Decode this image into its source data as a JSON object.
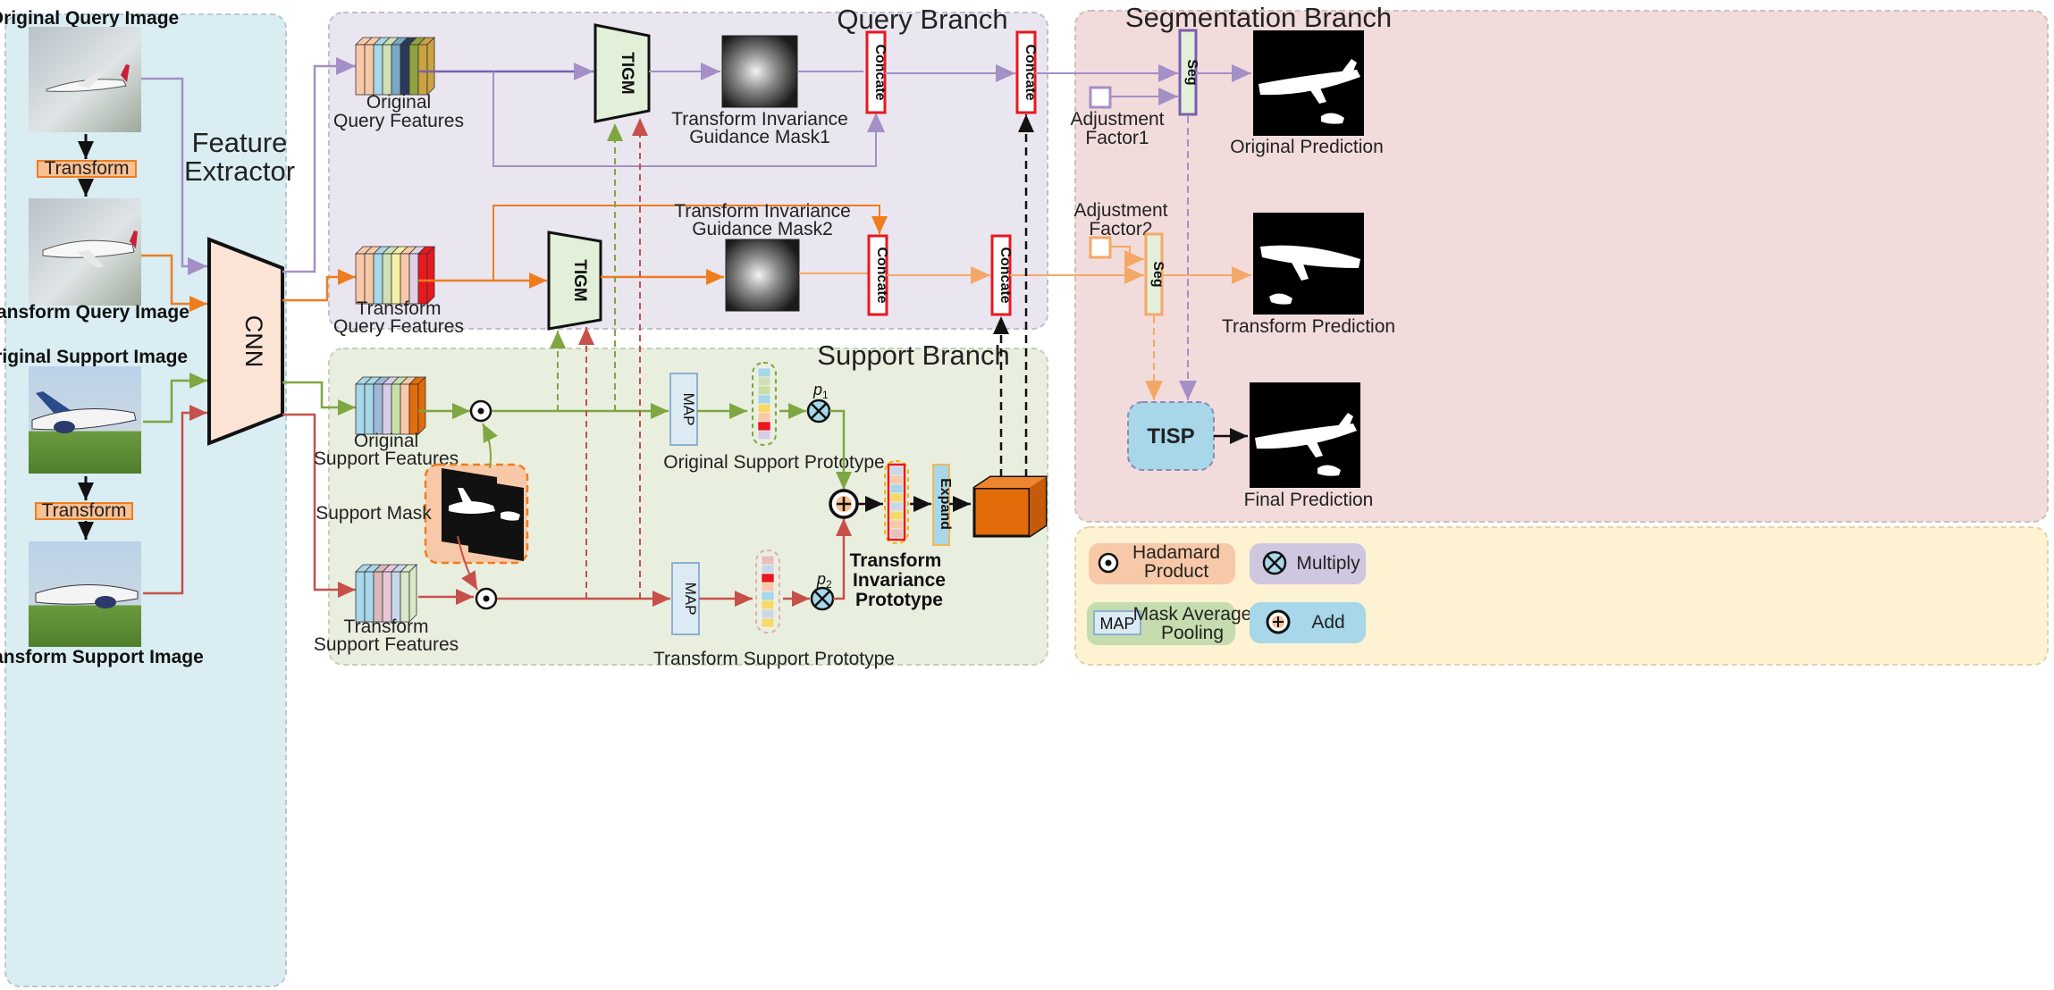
{
  "colors": {
    "query": "#a48fc6",
    "transform": "#ee7d1f",
    "support": "#7ea641",
    "support_t": "#c6504a",
    "black": "#111111",
    "concat_border": "#e8181e",
    "seg_fill": "#e2efd9"
  },
  "panels": {
    "feature_extractor": "Feature Extractor",
    "query_branch": "Query Branch",
    "support_branch": "Support Branch",
    "segmentation_branch": "Segmentation Branch"
  },
  "images": {
    "original_query": "Original Query Image",
    "transform_query": "Transform Query Image",
    "original_support": "Original Support Image",
    "transform_support": "Transform Support Image",
    "transform_box_1": "Transform",
    "transform_box_2": "Transform"
  },
  "cnn": "CNN",
  "features": {
    "original_query": [
      "Original",
      "Query  Features"
    ],
    "transform_query": [
      "Transform",
      "Query Features"
    ],
    "original_support": [
      "Original",
      "Support Features"
    ],
    "transform_support": [
      "Transform",
      "Support Features"
    ]
  },
  "modules": {
    "tigm": "TIGM",
    "concat": "Concate",
    "seg": "Seg",
    "map": "MAP",
    "expand": "Expand",
    "tisp": "TISP"
  },
  "masks": {
    "mask1": [
      "Transform Invariance",
      "Guidance Mask1"
    ],
    "mask2": [
      "Transform Invariance",
      "Guidance Mask2"
    ],
    "support_mask": "Support Mask"
  },
  "prototypes": {
    "original": "Original Support  Prototype",
    "transform": "Transform  Support  Prototype",
    "invariance": [
      "Transform",
      "Invariance",
      "Prototype"
    ],
    "p1": "p",
    "p1_sub": "1",
    "p2": "p",
    "p2_sub": "2"
  },
  "adjustment": {
    "factor1": [
      "Adjustment",
      "Factor1"
    ],
    "factor2": [
      "Adjustment",
      "Factor2"
    ]
  },
  "predictions": {
    "original": "Original Prediction",
    "transform": "Transform Prediction",
    "final": "Final Prediction"
  },
  "legend": {
    "hadamard": [
      "Hadamard",
      "Product"
    ],
    "multiply": "Multiply",
    "map_label": "MAP",
    "map_desc": [
      "Mask Average",
      "Pooling"
    ],
    "add": "Add"
  }
}
